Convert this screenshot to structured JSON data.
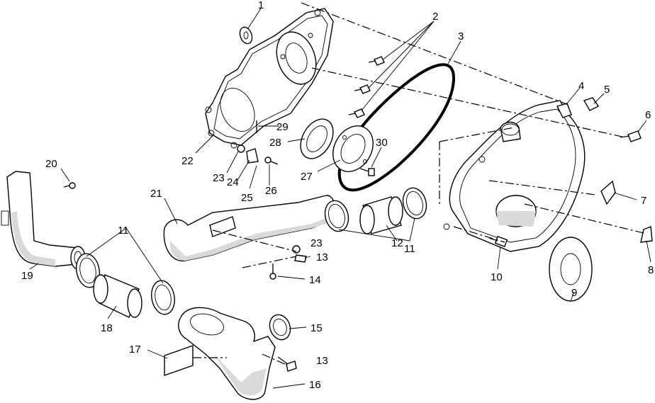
{
  "callouts": {
    "c1": "1",
    "c2": "2",
    "c3": "3",
    "c4": "4",
    "c5": "5",
    "c6": "6",
    "c7": "7",
    "c8": "8",
    "c9": "9",
    "c10": "10",
    "c11a": "11",
    "c11b": "11",
    "c12": "12",
    "c13a": "13",
    "c13b": "13",
    "c14": "14",
    "c15": "15",
    "c16": "16",
    "c17": "17",
    "c18": "18",
    "c19": "19",
    "c20": "20",
    "c21": "21",
    "c22": "22",
    "c23a": "23",
    "c23b": "23",
    "c24": "24",
    "c25": "25",
    "c26": "26",
    "c27": "27",
    "c28": "28",
    "c29": "29",
    "c30": "30"
  }
}
